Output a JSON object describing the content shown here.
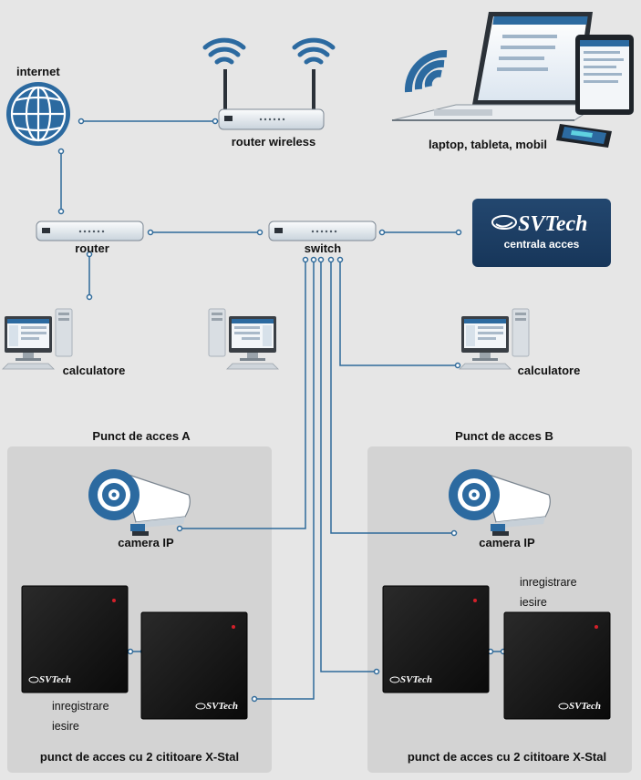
{
  "labels": {
    "internet": "internet",
    "router_wireless": "router wireless",
    "devices": "laptop, tableta, mobil",
    "router": "router",
    "switch": "switch",
    "calculatore_left": "calculatore",
    "calculatore_right": "calculatore",
    "punct_a": "Punct de acces A",
    "punct_b": "Punct de acces B",
    "camera_a": "camera IP",
    "camera_b": "camera IP",
    "inreg_a": "inregistrare",
    "iesire_a": "iesire",
    "inreg_b": "inregistrare",
    "iesire_b": "iesire",
    "footer_a": "punct de acces cu 2 cititoare X-Stal",
    "footer_b": "punct de acces cu 2 cititoare X-Stal"
  },
  "central": {
    "brand": "SVTech",
    "subtitle": "centrala acces"
  },
  "reader_brand": "SVTech",
  "colors": {
    "background": "#e6e6e6",
    "panel": "#d3d3d3",
    "line": "#2f6a9a",
    "globe": "#2c6aa0",
    "central_box": "#1d3f66",
    "reader": "#141414",
    "led": "#d4202a"
  },
  "icons": [
    "globe-icon",
    "wifi-icon",
    "router-icon",
    "switch-icon",
    "camera-icon",
    "desktop-pc-icon",
    "laptop-icon",
    "tablet-icon",
    "phone-icon",
    "card-reader-icon"
  ]
}
